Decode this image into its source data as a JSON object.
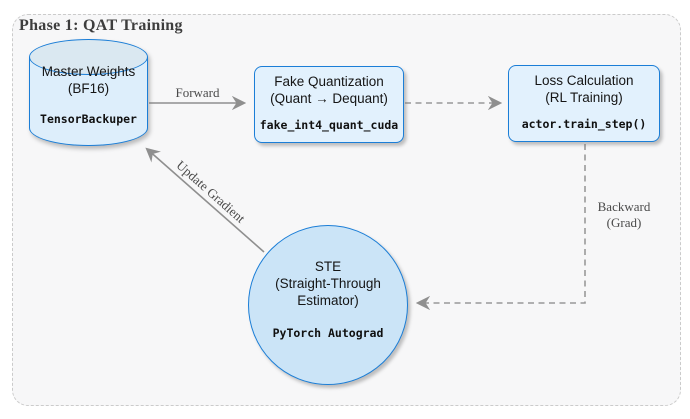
{
  "title": "Phase 1: QAT Training",
  "nodes": {
    "master_weights": {
      "line1": "Master Weights",
      "line2": "(BF16)",
      "code": "TensorBackuper"
    },
    "fake_quant": {
      "line1": "Fake Quantization",
      "line2": "(Quant → Dequant)",
      "code": "fake_int4_quant_cuda"
    },
    "loss_calc": {
      "line1": "Loss Calculation",
      "line2": "(RL Training)",
      "code": "actor.train_step()"
    },
    "ste": {
      "line1": "STE",
      "line2": "(Straight-Through",
      "line3": "Estimator)",
      "code": "PyTorch Autograd"
    }
  },
  "edges": {
    "forward": "Forward",
    "backward_line1": "Backward",
    "backward_line2": "(Grad)",
    "update": "Update Gradient"
  },
  "colors": {
    "node_border": "#1b7ed7",
    "box_fill": "#e2f1fd",
    "circle_fill": "#cbe4f7",
    "cylinder_body_fill": "#ddeefb",
    "cylinder_top_fill": "#dae8f1",
    "arrow": "#8f8f8f",
    "frame_border": "#cbcbcb",
    "frame_fill": "#f7f7f8",
    "title_text": "#3d3d3d"
  }
}
